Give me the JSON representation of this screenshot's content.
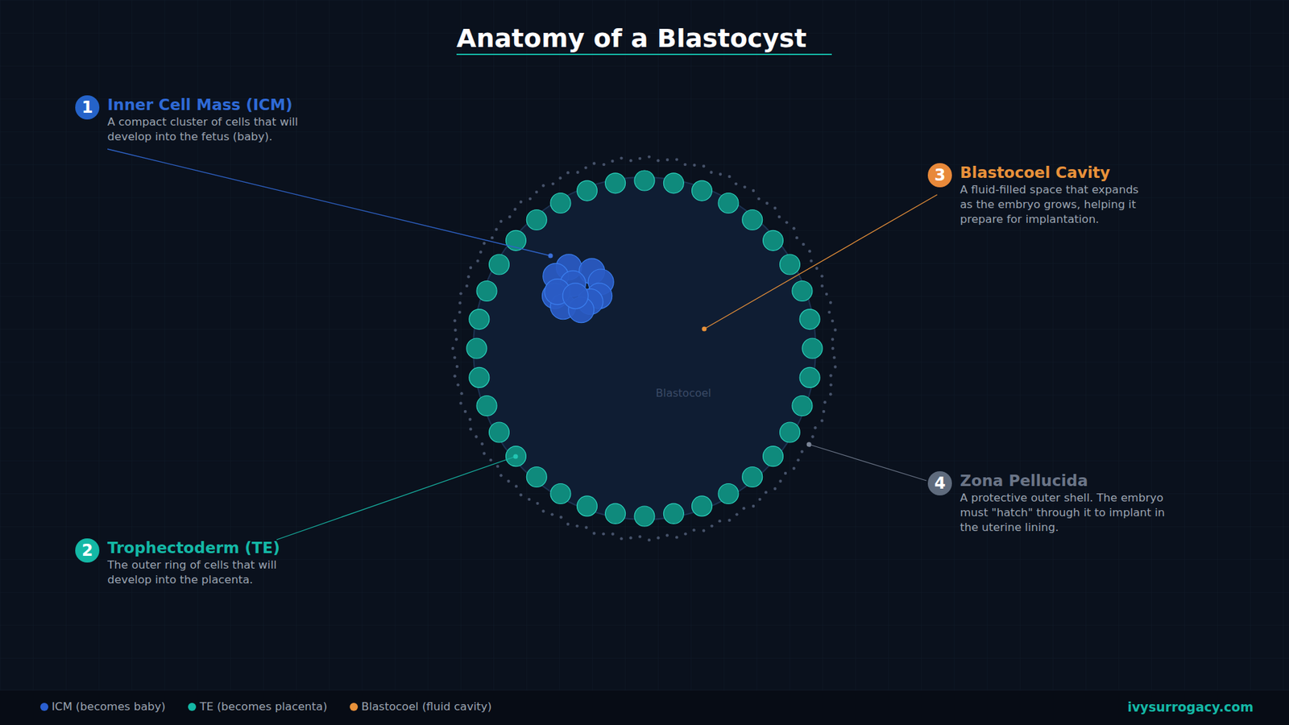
{
  "diagram": {
    "title": "Anatomy of a Blastocyst",
    "nodes": [
      {
        "text": [
          "1",
          "Inner Cell Mass (ICM)",
          "A compact cluster of cells that will develop into the fetus (baby)."
        ]
      },
      {
        "text": [
          "2",
          "Trophectoderm (TE)",
          "The outer ring of cells that will develop into the placenta."
        ]
      },
      {
        "text": [
          "3",
          "Blastocoel Cavity",
          "A fluid-filled space that expands as the embryo grows, helping it prepare for implantation."
        ]
      },
      {
        "text": [
          "4",
          "Zona Pellucida",
          "A protective outer shell. The embryo must \"hatch\" through it to implant in the uterine lining."
        ]
      }
    ],
    "labels": [
      "Blastocoel",
      "ivysurrogacy.com"
    ],
    "legend": [
      {
        "text": "ICM (becomes baby)",
        "color": "#2a5fd0"
      },
      {
        "text": "TE (becomes placenta)",
        "color": "#14b8a6"
      },
      {
        "text": "Blastocoel (fluid cavity)",
        "color": "#e8913a"
      }
    ]
  }
}
